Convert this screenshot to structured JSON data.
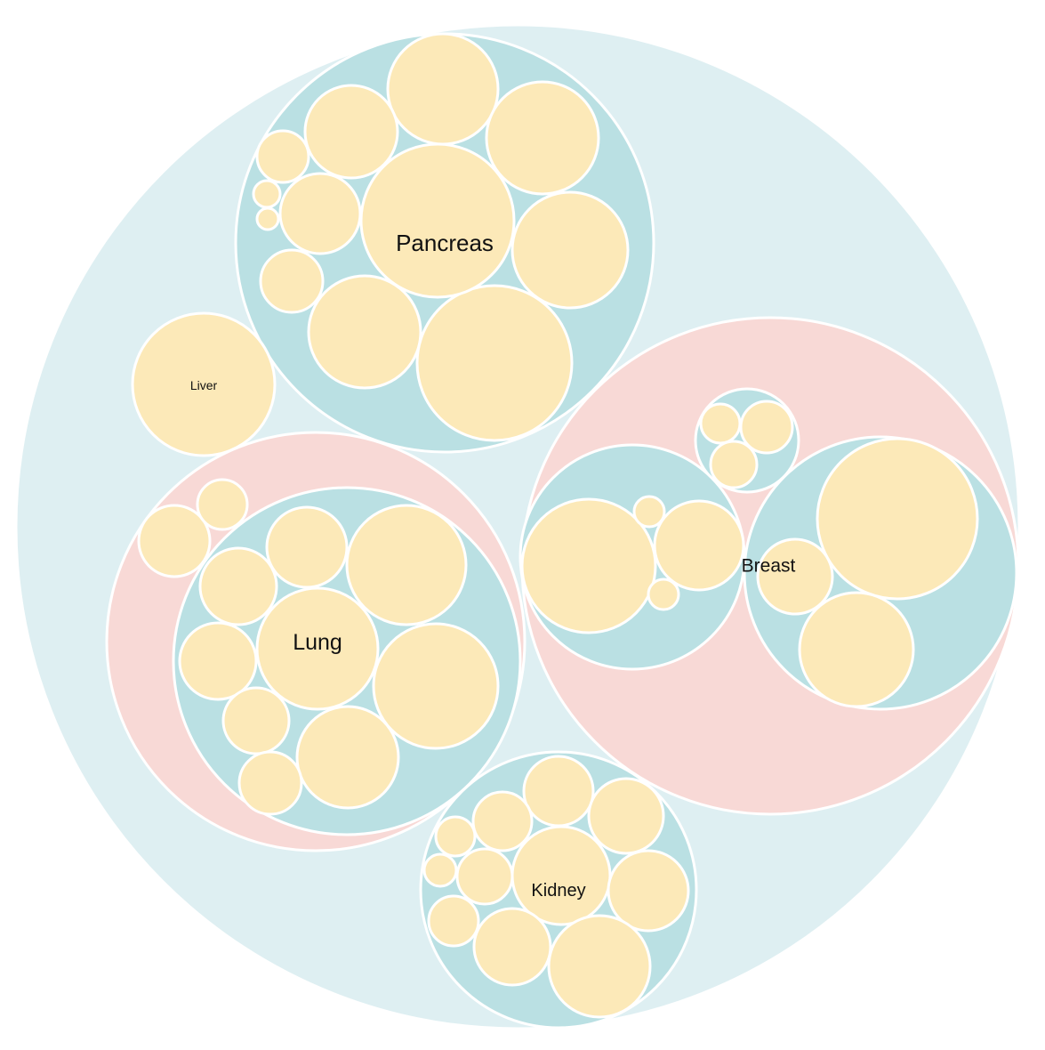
{
  "colors": {
    "root_fill": "#deeff2",
    "group_fill": "#bae0e3",
    "subtype_fill": "#f8d9d6",
    "leaf_fill": "#fce9b8",
    "stroke": "#ffffff",
    "label": "#111111"
  },
  "labels": {
    "pancreas": "Pancreas",
    "liver": "Liver",
    "lung": "Lung",
    "breast": "Breast",
    "kidney": "Kidney"
  }
}
